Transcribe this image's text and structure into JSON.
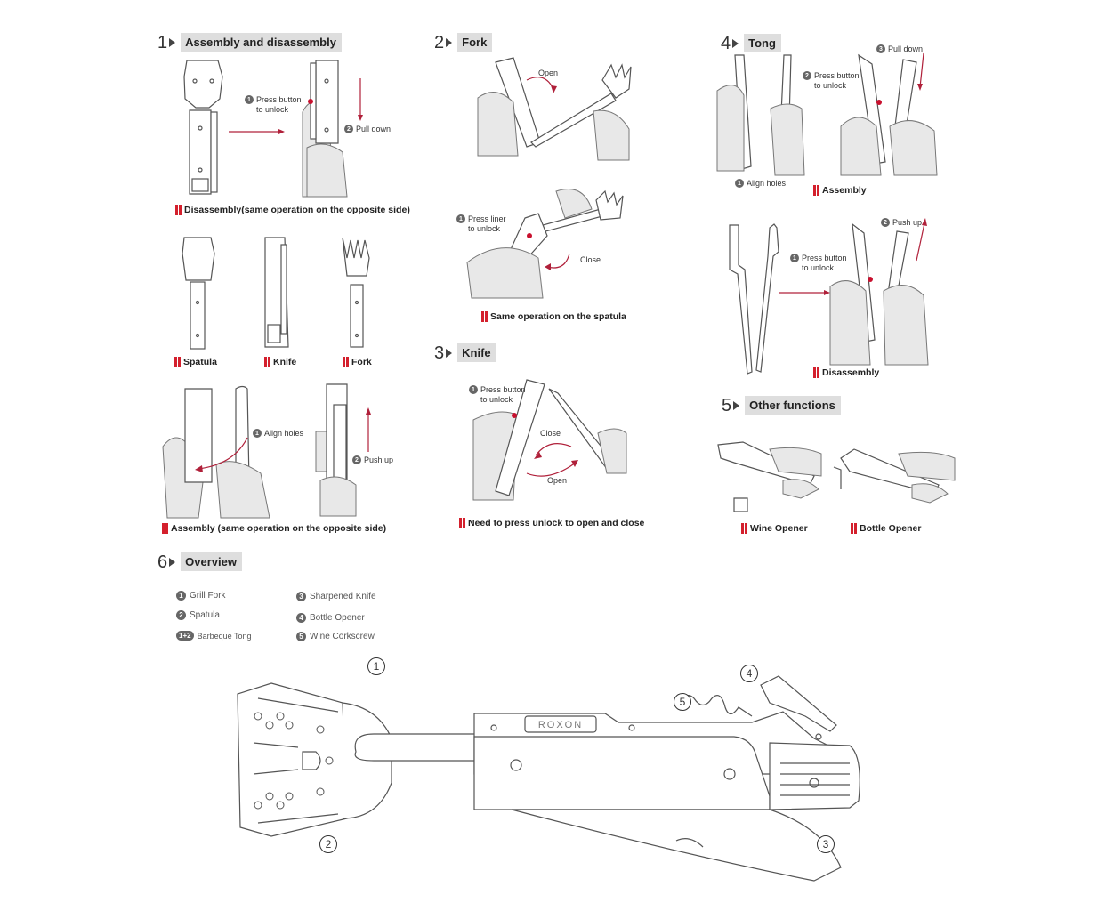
{
  "sections": {
    "assembly": {
      "number": "1",
      "title": "Assembly and disassembly",
      "step1": "Press button\nto unlock",
      "step1_num": "1",
      "step2": "Pull down",
      "step2_num": "2",
      "caption_disassembly": "Disassembly(same operation on the opposite side)",
      "parts": [
        "Spatula",
        "Knife",
        "Fork"
      ],
      "align_holes": "Align holes",
      "align_num": "1",
      "push_up": "Push up",
      "push_num": "2",
      "caption_assembly": "Assembly (same operation on the opposite side)"
    },
    "fork": {
      "number": "2",
      "title": "Fork",
      "open": "Open",
      "press_liner": "Press liner\nto unlock",
      "press_num": "1",
      "close": "Close",
      "caption": "Same operation on the spatula"
    },
    "knife": {
      "number": "3",
      "title": "Knife",
      "press_button": "Press button\nto unlock",
      "press_num": "1",
      "close": "Close",
      "open": "Open",
      "caption": "Need to press unlock to open and close"
    },
    "tong": {
      "number": "4",
      "title": "Tong",
      "align_holes": "Align holes",
      "align_num": "1",
      "press_button": "Press button\nto unlock",
      "press_num": "2",
      "pull_down": "Pull down",
      "pull_num": "3",
      "caption_assembly": "Assembly",
      "dis_press_button": "Press button\nto unlock",
      "dis_press_num": "1",
      "push_up": "Push up",
      "push_num": "2",
      "caption_disassembly": "Disassembly"
    },
    "other": {
      "number": "5",
      "title": "Other functions",
      "captions": [
        "Wine Opener",
        "Bottle Opener"
      ]
    },
    "overview": {
      "number": "6",
      "title": "Overview",
      "items": [
        {
          "num": "1",
          "label": "Grill Fork"
        },
        {
          "num": "2",
          "label": "Spatula"
        },
        {
          "num": "1+2",
          "label": "Barbeque Tong"
        },
        {
          "num": "3",
          "label": "Sharpened Knife"
        },
        {
          "num": "4",
          "label": "Bottle Opener"
        },
        {
          "num": "5",
          "label": "Wine Corkscrew"
        }
      ],
      "callouts": [
        "1",
        "2",
        "3",
        "4",
        "5"
      ],
      "brand": "ROXON"
    }
  },
  "colors": {
    "accent_red": "#d4202d",
    "header_bg": "#dedede",
    "arrow": "#b0203a"
  }
}
